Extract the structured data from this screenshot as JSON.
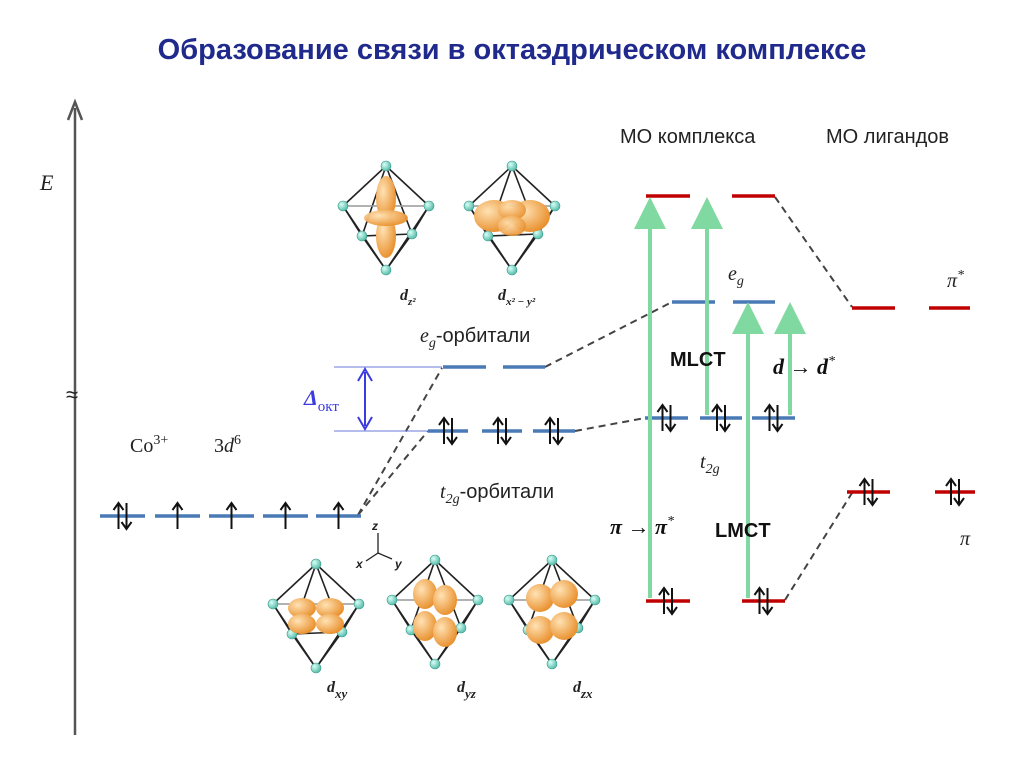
{
  "title": "Образование связи в октаэдрическом комплексе",
  "axis": {
    "label": "E",
    "break_symbol": "≈"
  },
  "metal_ion": {
    "ion": "Co",
    "charge": "3+",
    "config": "3",
    "config_orbital": "d",
    "config_electrons": "6"
  },
  "orbital_images": {
    "eg": [
      {
        "name": "d",
        "sub": "z²"
      },
      {
        "name": "d",
        "sub": "x² − y²"
      }
    ],
    "t2g": [
      {
        "name": "d",
        "sub": "xy"
      },
      {
        "name": "d",
        "sub": "yz"
      },
      {
        "name": "d",
        "sub": "zx"
      }
    ],
    "axes": {
      "z": "z",
      "x": "x",
      "y": "y"
    }
  },
  "labels": {
    "eg_orbitals": "-орбитали",
    "eg_sym": "e",
    "eg_sub": "g",
    "t2g_orbitals": "-орбитали",
    "t2g_sym": "t",
    "t2g_sub": "2g",
    "delta": "Δ",
    "delta_sub": "окт",
    "mo_complex": "МО комплекса",
    "mo_ligands": "МО лигандов",
    "eg_right": "e",
    "eg_right_sub": "g",
    "t2g_right": "t",
    "t2g_right_sub": "2g",
    "pi_star": "π",
    "pi_star_sup": "*",
    "pi": "π",
    "mlct": "MLCT",
    "lmct": "LMCT",
    "d_to_d": "d → d",
    "d_to_d_sup": "*",
    "pi_to_pi": "π → π",
    "pi_to_pi_sup": "*"
  },
  "colors": {
    "title": "#1f2a8c",
    "metal_level": "#4a7ab5",
    "ligand_level": "#c00000",
    "transition_arrow": "#7fd9a0",
    "delta": "#3b3be0",
    "dashed": "#444444",
    "lobe": "#f0a446",
    "octahedron_node": "#88d6c8"
  }
}
